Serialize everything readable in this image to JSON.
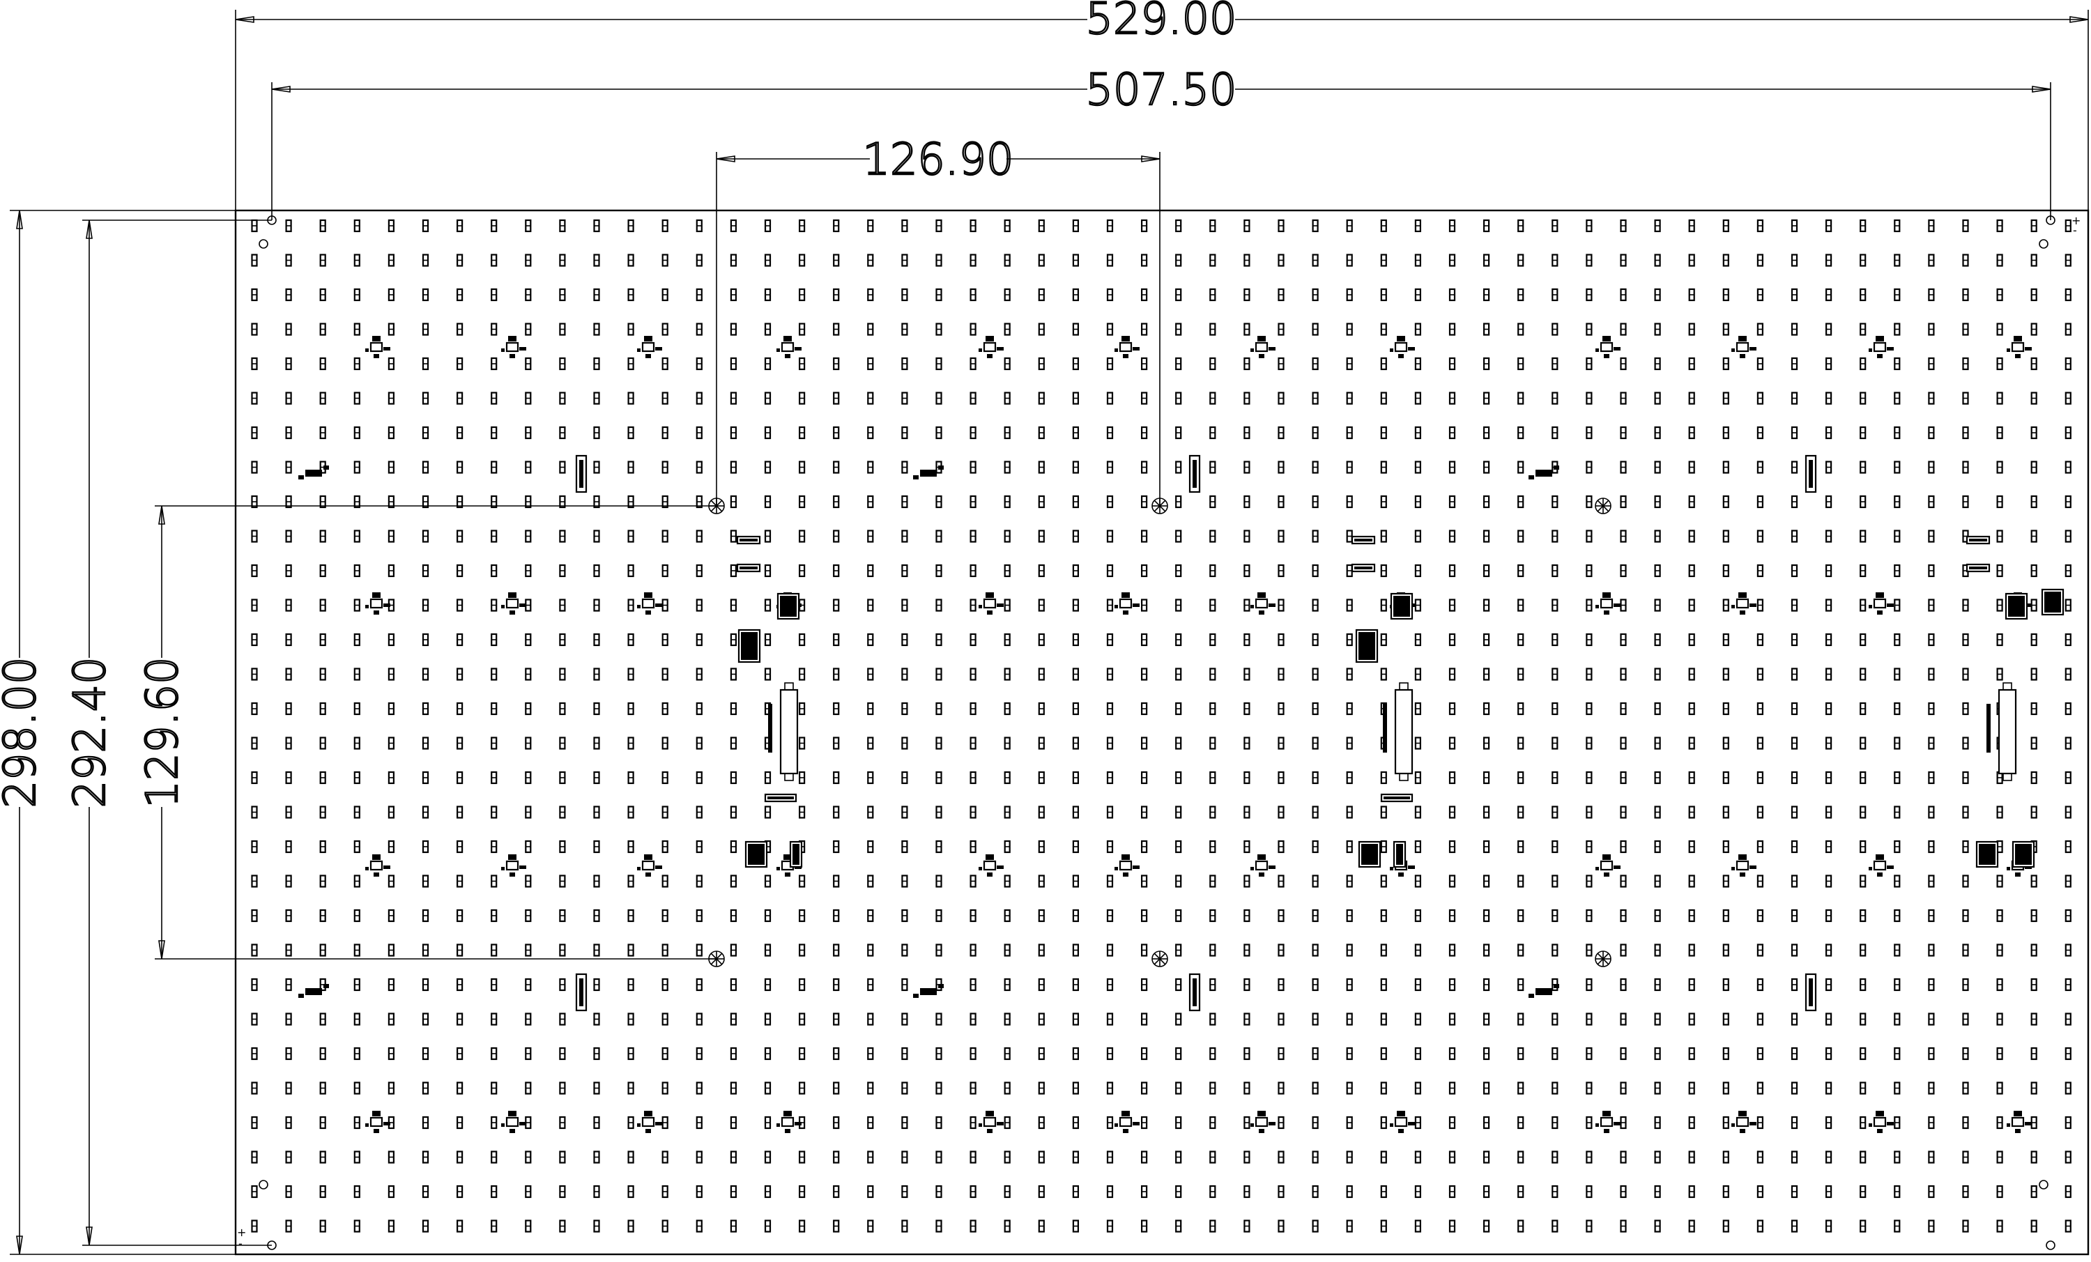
{
  "dimensions": {
    "overall_width": "529.00",
    "inner_width": "507.50",
    "module_width": "126.90",
    "overall_height": "298.00",
    "inner_height": "292.40",
    "module_height": "129.60"
  },
  "board": {
    "pad_grid_columns": 55,
    "pad_grid_rows": 30
  },
  "markers": {
    "plus": "+",
    "minus": "-"
  },
  "colors": {
    "ink": "#000000",
    "paper": "#ffffff"
  }
}
